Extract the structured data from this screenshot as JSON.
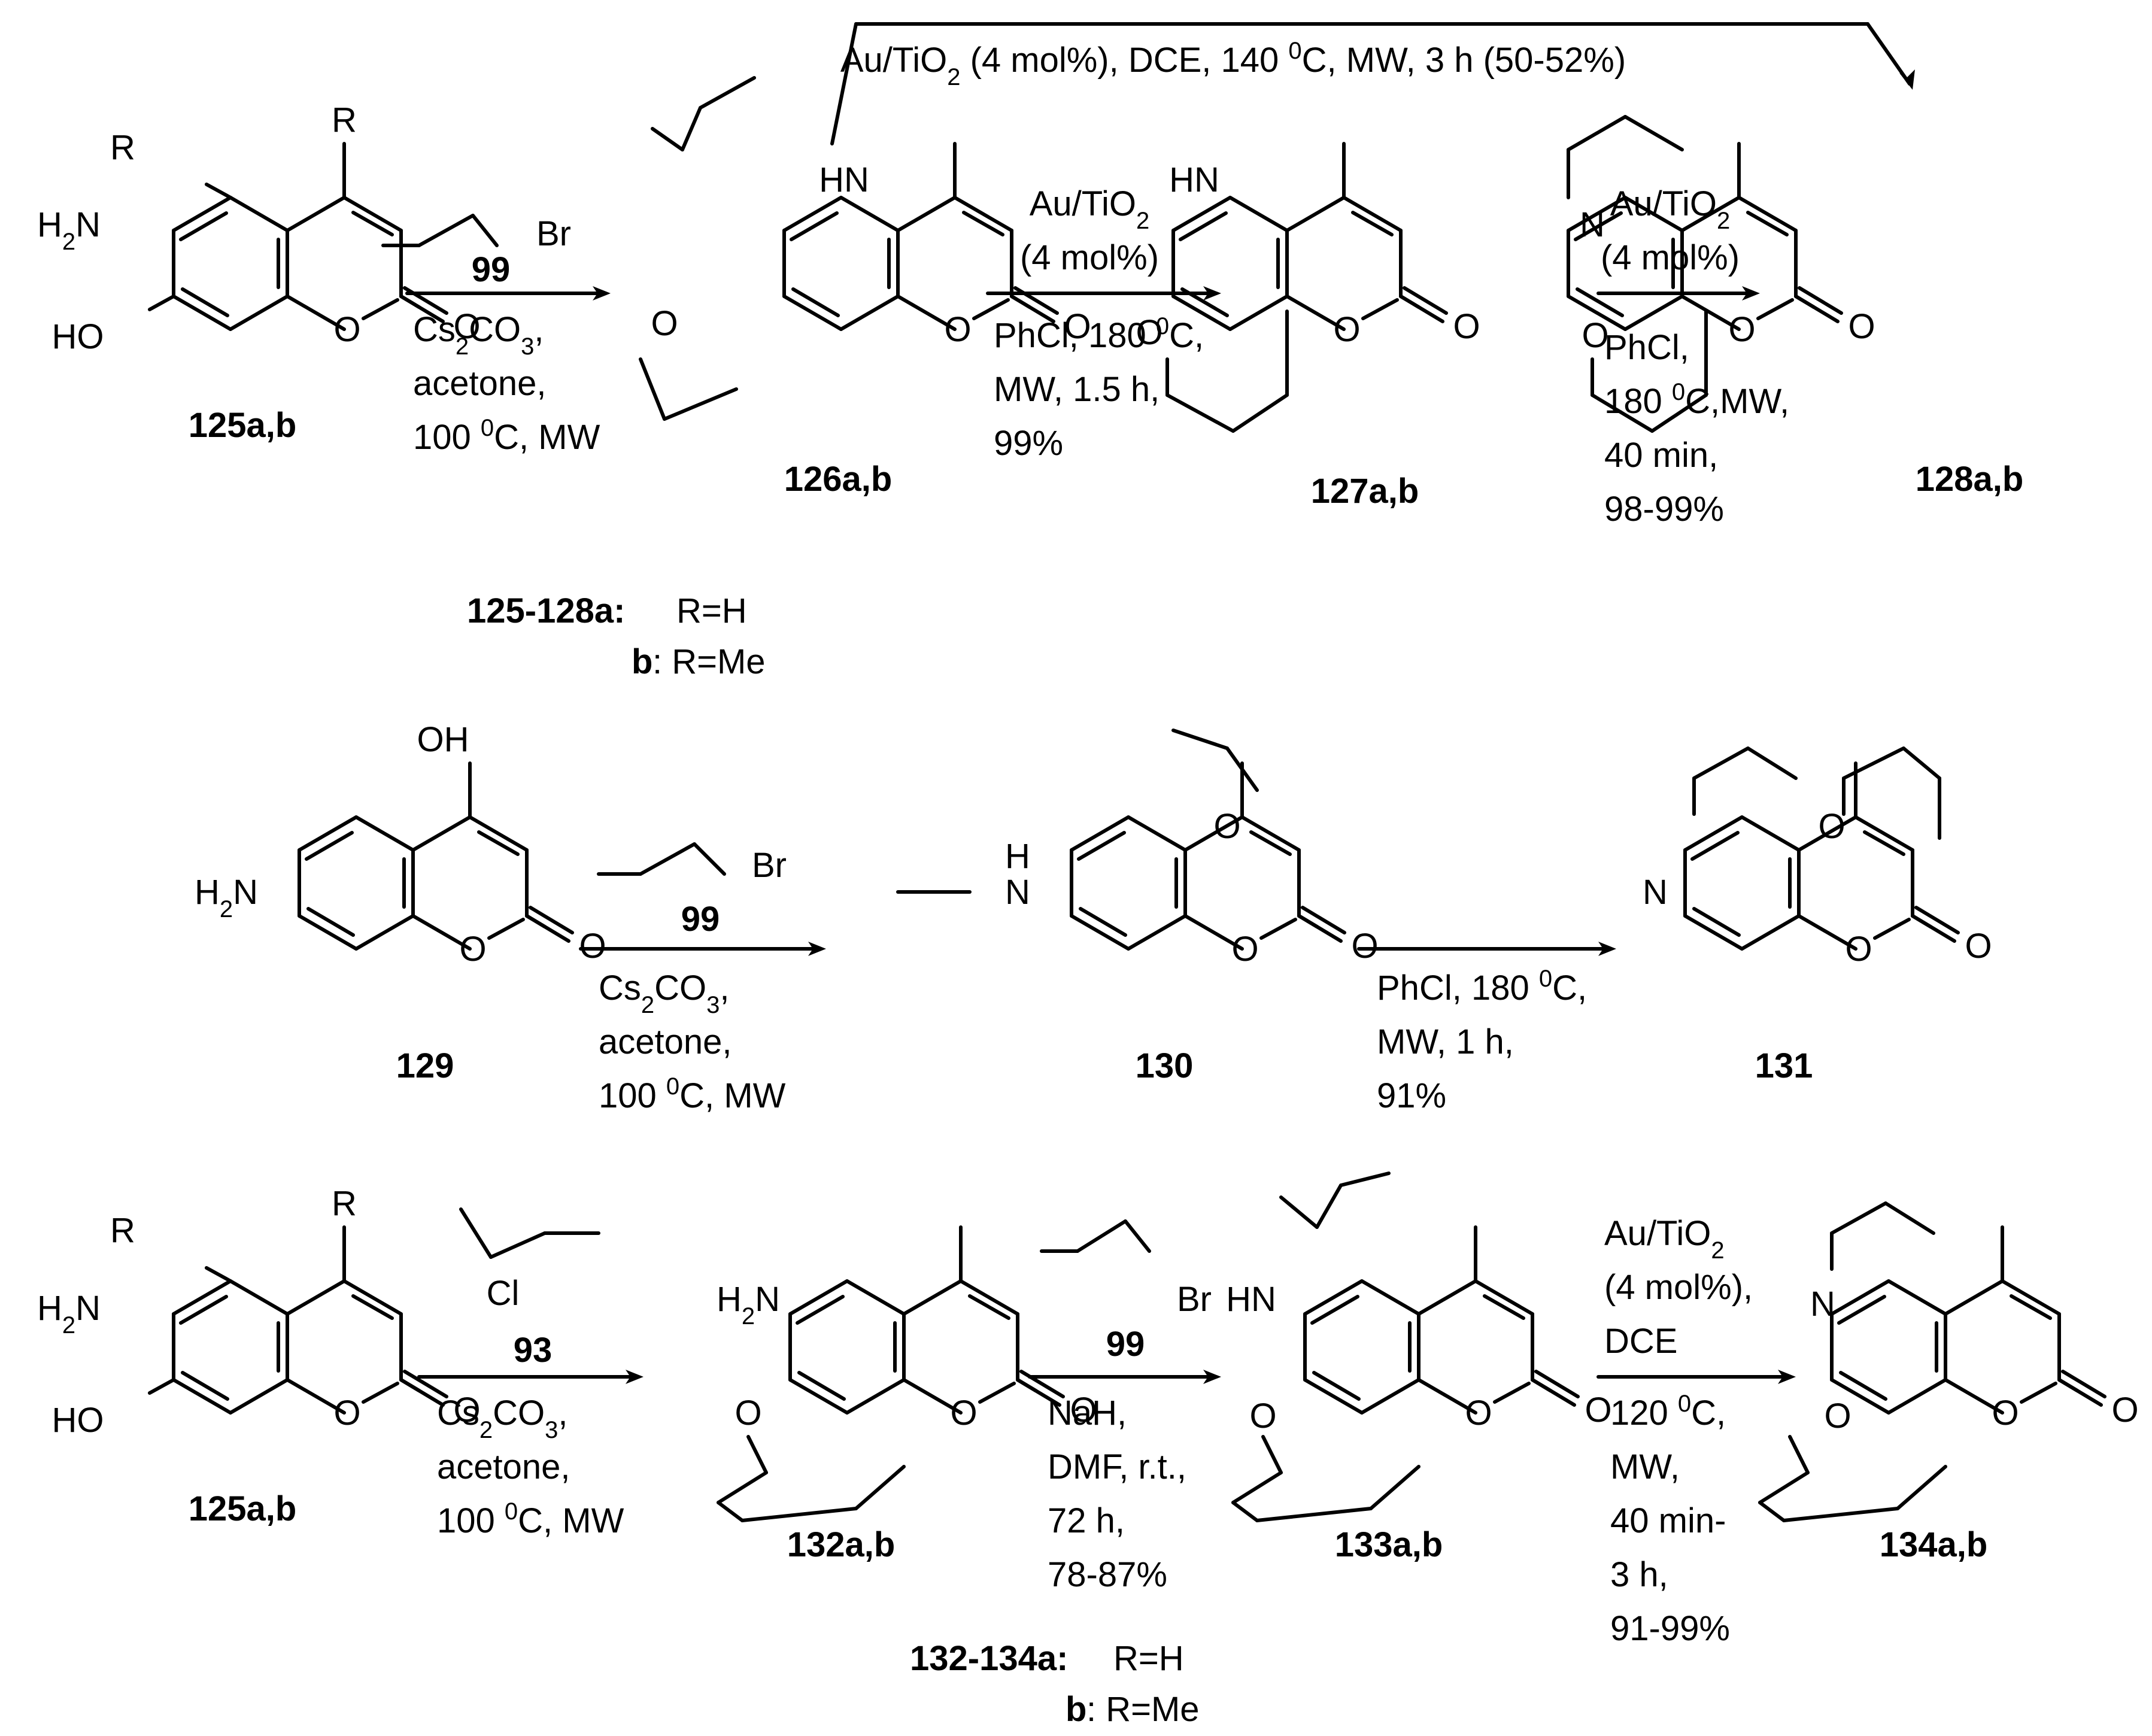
{
  "top_arrow": {
    "condition": "Au/TiO<sub>2</sub> (4 mol%), DCE, 140 <sup>0</sup>C, MW, 3 h (50-52%)"
  },
  "compounds": {
    "c125a": "125a,b",
    "c126": "126a,b",
    "c127": "127a,b",
    "c128": "128a,b",
    "c129": "129",
    "c130": "130",
    "c131": "131",
    "c125b": "125a,b",
    "c132": "132a,b",
    "c133": "133a,b",
    "c134": "134a,b"
  },
  "legend1": {
    "range": "125-128a:",
    "a_def": "R=H",
    "b_letter": "b",
    "b_def": ": R=Me"
  },
  "legend2": {
    "range": "132-134a:",
    "a_def": "R=H",
    "b_letter": "b",
    "b_def": ": R=Me"
  },
  "arrows": {
    "a1": {
      "reagent_num": "99",
      "br": "Br",
      "lines": [
        "Cs<sub>2</sub>CO<sub>3</sub>,",
        "acetone,",
        "100 <sup>0</sup>C, MW"
      ]
    },
    "a2": {
      "above": [
        "Au/TiO<sub>2</sub>",
        "(4 mol%)"
      ],
      "lines": [
        "PhCl, 180 <sup>0</sup>C,",
        "MW, 1.5 h,",
        "99%"
      ]
    },
    "a3": {
      "above": [
        "Au/TiO<sub>2</sub>",
        "(4 mol%)"
      ],
      "lines": [
        "PhCl,",
        "180 <sup>0</sup>C,MW,",
        "40 min,",
        "98-99%"
      ]
    },
    "a4": {
      "reagent_num": "99",
      "br": "Br",
      "lines": [
        "Cs<sub>2</sub>CO<sub>3</sub>,",
        "acetone,",
        "100 <sup>0</sup>C, MW"
      ]
    },
    "a5": {
      "lines": [
        "PhCl, 180 <sup>0</sup>C,",
        "MW, 1 h,",
        "91%"
      ]
    },
    "a6": {
      "reagent_num": "93",
      "cl": "Cl",
      "lines": [
        "Cs<sub>2</sub>CO<sub>3</sub>,",
        "acetone,",
        "100 <sup>0</sup>C, MW"
      ]
    },
    "a7": {
      "reagent_num": "99",
      "br": "Br",
      "lines": [
        "NaH,",
        "DMF, r.t.,",
        "72 h,",
        "78-87%"
      ]
    },
    "a8": {
      "above": [
        "Au/TiO<sub>2</sub>",
        "(4 mol%),",
        "DCE"
      ],
      "lines": [
        "120 <sup>0</sup>C,",
        "MW,",
        "40 min-",
        "3 h,",
        "91-99%"
      ]
    }
  },
  "atoms": {
    "R": "R",
    "O": "O",
    "N": "N",
    "HN": "HN",
    "HO": "HO",
    "OH": "OH",
    "H": "H",
    "H2N": "H<tspan baseline-shift='sub' font-size='40'>2</tspan>N"
  }
}
